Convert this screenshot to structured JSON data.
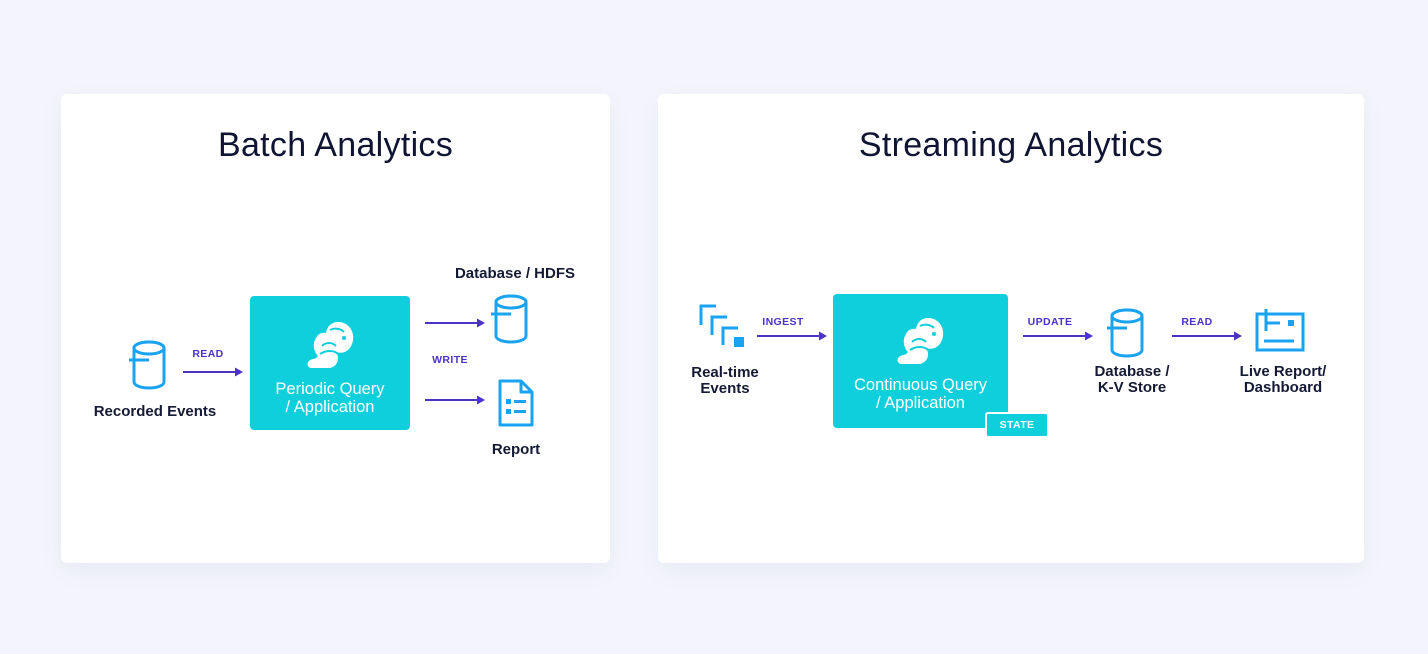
{
  "batch": {
    "title": "Batch Analytics",
    "source_label": "Recorded Events",
    "read_label": "READ",
    "query_line1": "Periodic Query",
    "query_line2": "/ Application",
    "write_label": "WRITE",
    "db_label": "Database / HDFS",
    "report_label": "Report"
  },
  "streaming": {
    "title": "Streaming Analytics",
    "source_line1": "Real-time",
    "source_line2": "Events",
    "ingest_label": "INGEST",
    "query_line1": "Continuous Query",
    "query_line2": "/ Application",
    "state_label": "STATE",
    "update_label": "UPDATE",
    "db_line1": "Database /",
    "db_line2": "K-V Store",
    "read_label": "READ",
    "dashboard_line1": "Live Report/",
    "dashboard_line2": "Dashboard"
  },
  "colors": {
    "accent": "#10cfdc",
    "icon_blue": "#1aa3f0",
    "arrow": "#4a33c6",
    "title": "#0f1433",
    "background": "#f4f5fc"
  },
  "icons": {
    "database": "database-icon",
    "report": "report-icon",
    "events": "event-stream-icon",
    "dashboard": "dashboard-icon",
    "mascot": "squirrel-logo-icon"
  }
}
